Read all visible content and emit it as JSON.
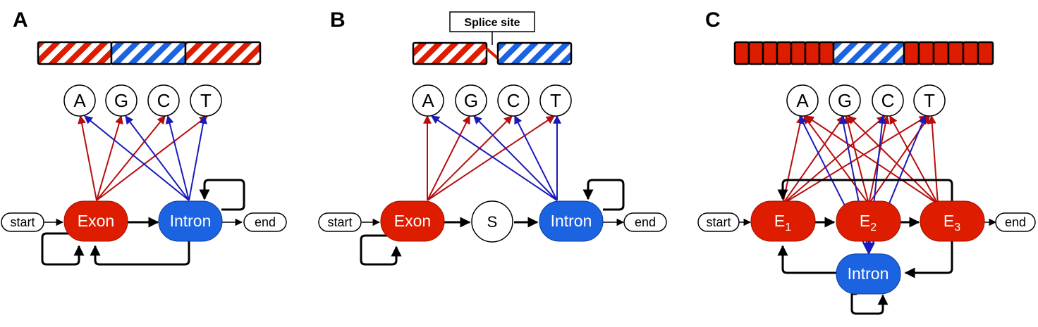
{
  "colors": {
    "exon": "#dd1c00",
    "intron": "#1b63e0",
    "emission_exon": "#b80d0d",
    "emission_intron": "#1a1aba",
    "edge": "#000000"
  },
  "nucleotides": [
    "A",
    "G",
    "C",
    "T"
  ],
  "terminals": {
    "start": "start",
    "end": "end"
  },
  "panel_a": {
    "label": "A",
    "states": {
      "exon": "Exon",
      "intron": "Intron"
    }
  },
  "panel_b": {
    "label": "B",
    "callout": "Splice site",
    "states": {
      "exon": "Exon",
      "splice": "S",
      "intron": "Intron"
    }
  },
  "panel_c": {
    "label": "C",
    "states": {
      "e1": {
        "base": "E",
        "sub": "1"
      },
      "e2": {
        "base": "E",
        "sub": "2"
      },
      "e3": {
        "base": "E",
        "sub": "3"
      },
      "intron": "Intron"
    }
  }
}
